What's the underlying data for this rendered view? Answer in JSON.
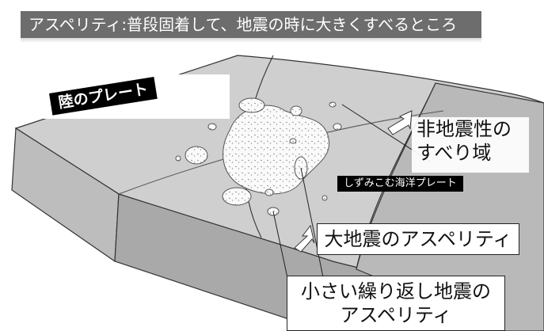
{
  "title": "アスペリティ:普段固着して、地震の時に大きくすべるところ",
  "labels": {
    "continental_plate": "陸のプレート",
    "subducting_plate": "しずみこむ海洋プレート",
    "aseismic_slip": "非地震性の\nすべり域",
    "large_eq_asperity": "大地震のアスペリティ",
    "small_eq_asperity": "小さい繰り返し地震の\nアスペリティ"
  },
  "colors": {
    "title_bg": "#6d6d6d",
    "plate_top": "#cfcfcf",
    "plate_side_left": "#bdbdbd",
    "plate_side_front": "#a9a9a9",
    "arrow": "#ffffff"
  }
}
